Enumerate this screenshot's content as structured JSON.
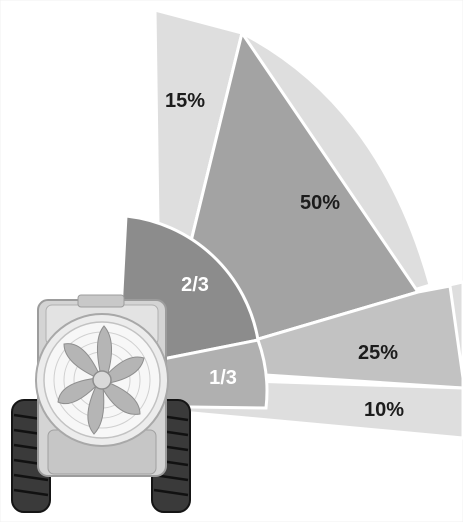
{
  "labels": {
    "outer_top": "15%",
    "outer_main": "50%",
    "outer_middle": "25%",
    "outer_bottom": "10%",
    "inner_upper": "2/3",
    "inner_lower": "1/3"
  },
  "colors": {
    "background": "#ffffff",
    "outer_light": "#dedede",
    "outer_medium": "#c2c2c2",
    "main_sector": "#a3a3a3",
    "inner_upper": "#8c8c8c",
    "inner_lower": "#b0b0b0",
    "label_dark": "#1c1c1c",
    "label_light": "#ffffff",
    "divider": "#ffffff"
  },
  "icons": {
    "sprayer": "air-blast-sprayer-with-fan-and-tires"
  }
}
